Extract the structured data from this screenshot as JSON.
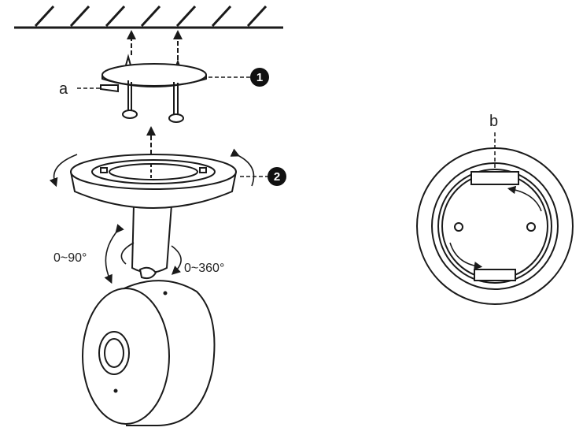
{
  "labels": {
    "a": "a",
    "b": "b",
    "step1": "1",
    "step2": "2",
    "tilt_angle": "0~90°",
    "rotate_angle": "0~360°"
  },
  "colors": {
    "line": "#1a1a1a",
    "fill": "#ffffff",
    "badge": "#111111"
  }
}
